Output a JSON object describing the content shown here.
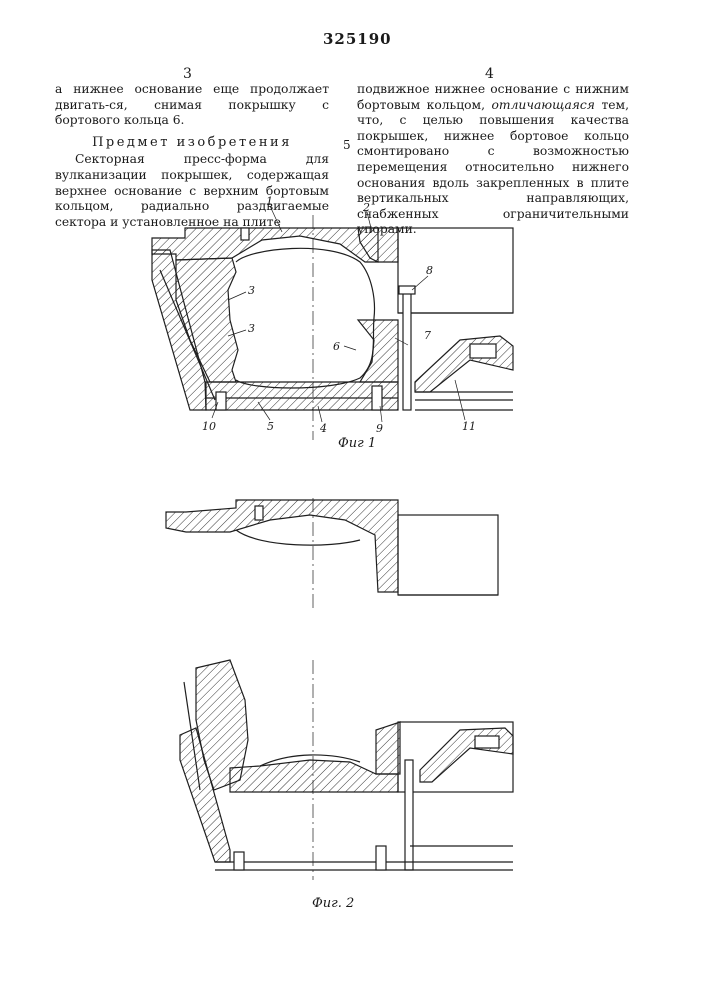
{
  "header": {
    "patent_number": "325190",
    "col_left_num": "3",
    "col_right_num": "4"
  },
  "left_column": {
    "para1": "а нижнее основание еще продолжает двигать-ся, снимая покрышку с бортового кольца 6.",
    "heading": "Предмет изобретения",
    "para2": "Секторная пресс-форма для вулканизации покрышек, содержащая верхнее основание с верхним бортовым кольцом, радиально раздвигаемые сектора и установленное на плите"
  },
  "right_column": {
    "text_before": "подвижное нижнее основание с нижним бортовым кольцом,",
    "emphasis": "отличающаяся",
    "text_after": "тем, что, с целью повышения качества покрышек, нижнее бортовое кольцо смонтировано с возможностью перемещения относительно нижнего основания вдоль закрепленных в плите вертикальных направляющих, снабженных ограничительными упорами."
  },
  "line_number": "5",
  "figures": {
    "fig1_caption": "Фиг 1",
    "fig2_caption": "Фиг. 2",
    "labels": {
      "l1": "1",
      "l2": "2",
      "l3a": "3",
      "l3b": "3",
      "l4": "4",
      "l5": "5",
      "l6": "6",
      "l7": "7",
      "l8": "8",
      "l9": "9",
      "l10": "10",
      "l11": "11"
    }
  }
}
